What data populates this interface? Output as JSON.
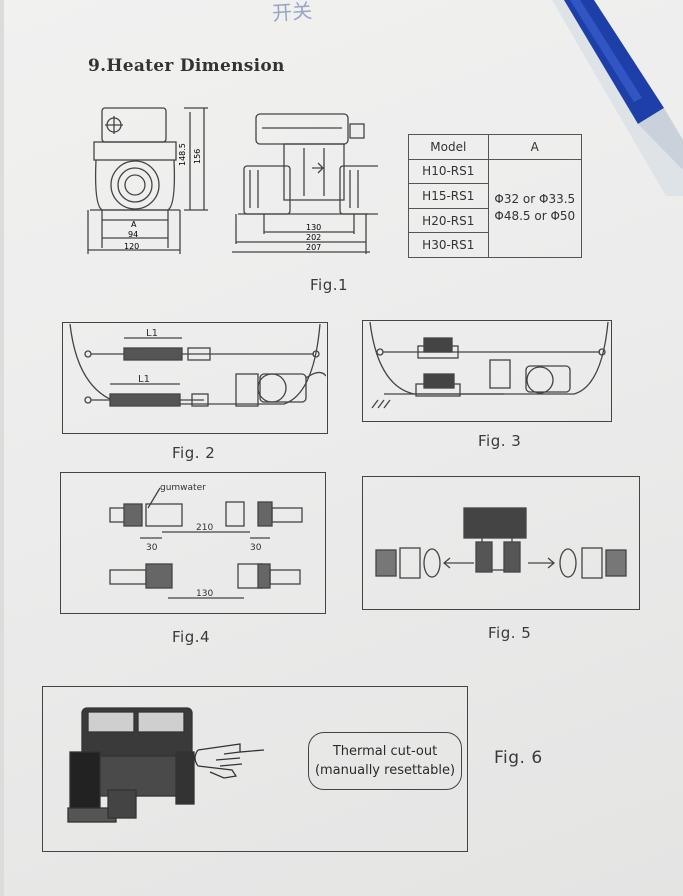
{
  "scribble": "开关",
  "section_title": "9.Heater Dimension",
  "fig1": {
    "caption": "Fig.1",
    "dims": {
      "h1": "148.5",
      "h2": "156",
      "a": "A",
      "w1": "94",
      "w2": "120",
      "l1": "130",
      "l2": "202",
      "l3": "207"
    },
    "table": {
      "header_model": "Model",
      "header_a": "A",
      "models": [
        "H10-RS1",
        "H15-RS1",
        "H20-RS1",
        "H30-RS1"
      ],
      "a_line1": "Φ32 or Φ33.5",
      "a_line2": "Φ48.5 or Φ50"
    }
  },
  "fig2": {
    "caption": "Fig. 2",
    "label_top": "L1",
    "label_bottom": "L1"
  },
  "fig3": {
    "caption": "Fig. 3"
  },
  "fig4": {
    "caption": "Fig.4",
    "label_gum": "gumwater",
    "dim_30a": "30",
    "dim_210": "210",
    "dim_30b": "30",
    "dim_130": "130"
  },
  "fig5": {
    "caption": "Fig. 5"
  },
  "fig6": {
    "caption": "Fig. 6",
    "callout_line1": "Thermal cut-out",
    "callout_line2": "(manually resettable)"
  }
}
